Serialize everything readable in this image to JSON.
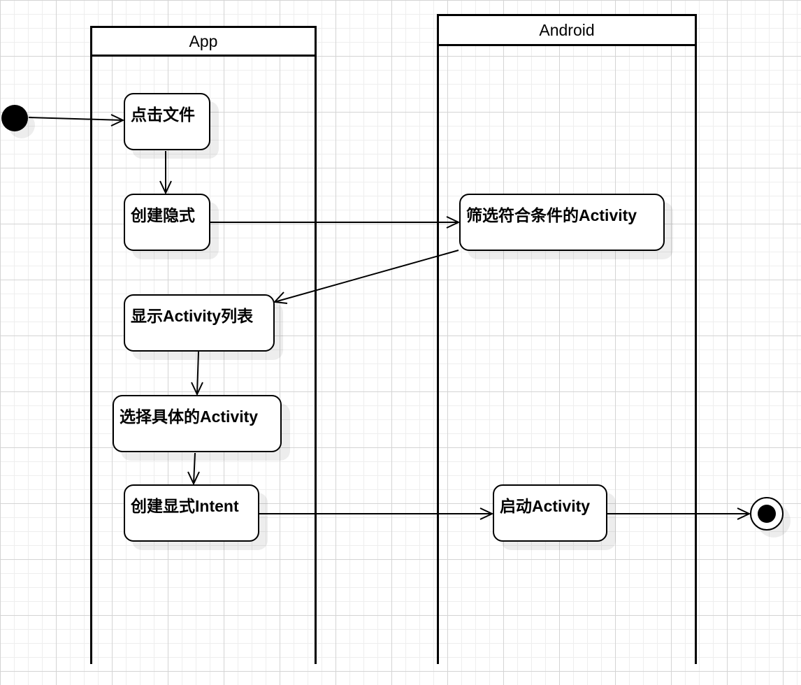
{
  "lanes": {
    "app": {
      "title": "App"
    },
    "android": {
      "title": "Android"
    }
  },
  "activities": {
    "click_file": "点击文件",
    "create_implicit": "创建隐式",
    "filter_activity": "筛选符合条件的Activity",
    "show_list": "显示Activity列表",
    "choose_activity": "选择具体的Activity",
    "create_explicit": "创建显式Intent",
    "start_activity": "启动Activity"
  }
}
